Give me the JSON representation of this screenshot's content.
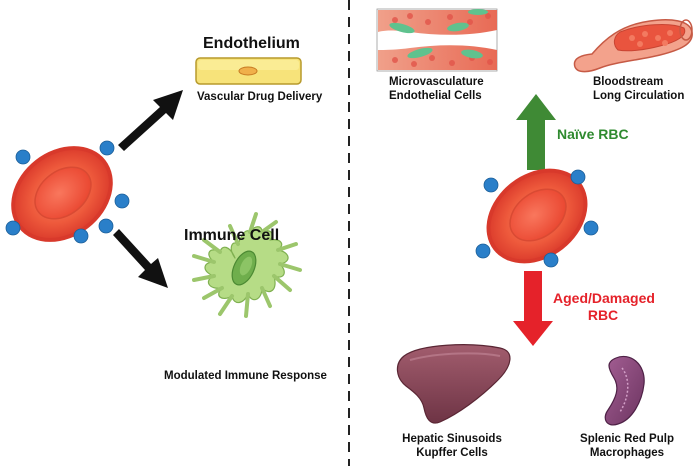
{
  "left": {
    "endothelium": {
      "title": "Endothelium",
      "caption": "Vascular Drug Delivery"
    },
    "immune": {
      "title": "Immune Cell",
      "caption": "Modulated Immune Response"
    }
  },
  "right": {
    "microvasculature": {
      "line1": "Microvasculature",
      "line2": "Endothelial Cells"
    },
    "bloodstream": {
      "line1": "Bloodstream",
      "line2": "Long Circulation"
    },
    "naive_label": "Naïve RBC",
    "aged_label_line1": "Aged/Damaged",
    "aged_label_line2": "RBC",
    "liver": {
      "line1": "Hepatic Sinusoids",
      "line2": "Kupffer Cells"
    },
    "spleen": {
      "line1": "Splenic Red Pulp",
      "line2": "Macrophages"
    }
  },
  "colors": {
    "rbc_outer": "#e8462f",
    "rbc_inner": "#f26a4f",
    "ligand": "#2a7fc9",
    "naive_arrow": "#3f8a35",
    "aged_arrow": "#e5222a",
    "black_arrow": "#111111",
    "liver": "#8b4a5a",
    "spleen": "#8a4d7e",
    "immune_cell": "#a9d47a",
    "endothelial_cell": "#f7e37a"
  }
}
